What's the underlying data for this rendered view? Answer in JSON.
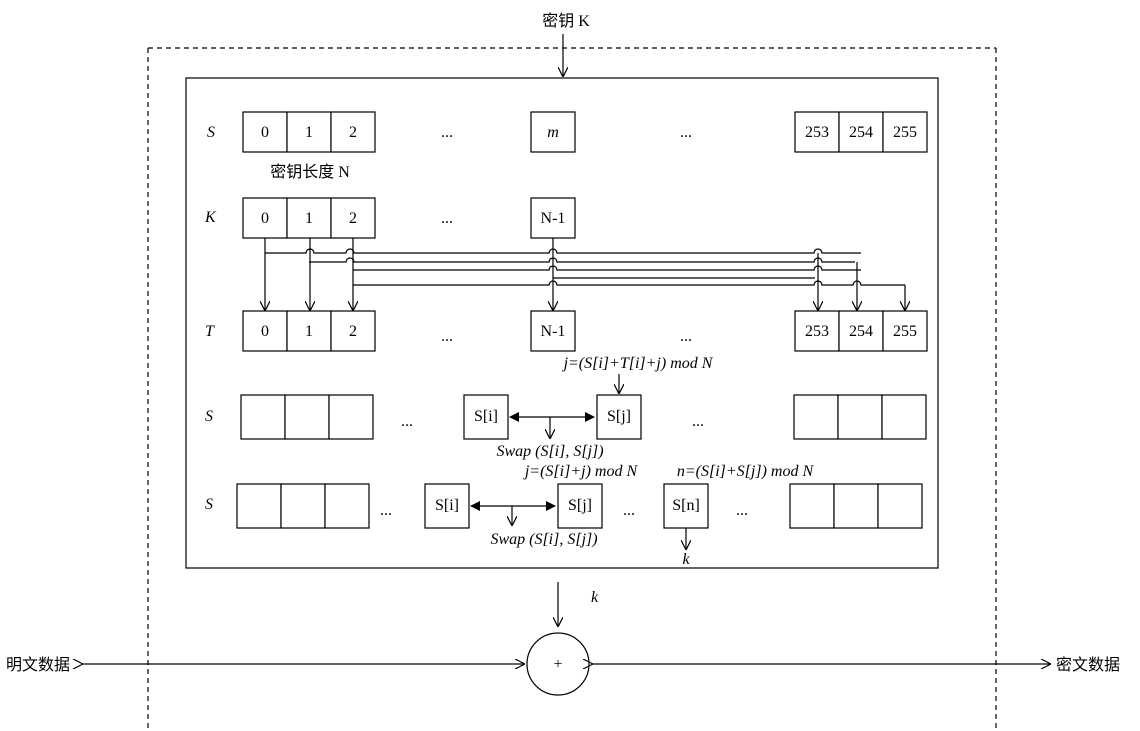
{
  "key_input_label": "密钥 K",
  "key_length_label": "密钥长度 N",
  "rows": {
    "s_init": {
      "label": "S",
      "cells": [
        "0",
        "1",
        "2"
      ],
      "middle": "m",
      "tail": [
        "253",
        "254",
        "255"
      ]
    },
    "k_row": {
      "label": "K",
      "cells": [
        "0",
        "1",
        "2"
      ],
      "middle": "N-1"
    },
    "t_row": {
      "label": "T",
      "cells": [
        "0",
        "1",
        "2"
      ],
      "middle": "N-1",
      "tail": [
        "253",
        "254",
        "255"
      ]
    },
    "s_ksa": {
      "label": "S",
      "si": "S[i]",
      "sj": "S[j]"
    },
    "s_prga": {
      "label": "S",
      "si": "S[i]",
      "sj": "S[j]",
      "sn": "S[n]"
    }
  },
  "ellipsis": "...",
  "formulas": {
    "ksa_j": "j=(S[i]+T[i]+j) mod N",
    "swap": "Swap (S[i], S[j])",
    "prga_j": "j=(S[i]+j) mod N",
    "prga_n": "n=(S[i]+S[j]) mod N",
    "swap2": "Swap (S[i], S[j])"
  },
  "keystream_label": "k",
  "xor_symbol": "+",
  "plaintext_label": "明文数据",
  "ciphertext_label": "密文数据"
}
